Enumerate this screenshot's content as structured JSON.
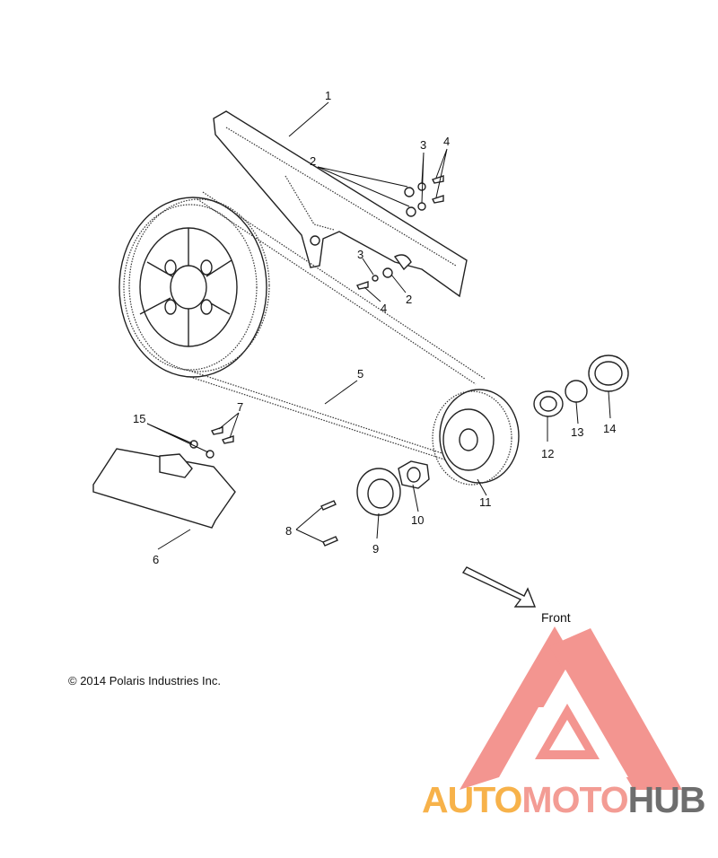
{
  "diagram": {
    "callouts": {
      "c1": "1",
      "c2a": "2",
      "c2b": "2",
      "c3a": "3",
      "c3b": "3",
      "c4a": "4",
      "c4b": "4",
      "c5": "5",
      "c6": "6",
      "c7": "7",
      "c8": "8",
      "c9": "9",
      "c10": "10",
      "c11": "11",
      "c12": "12",
      "c13": "13",
      "c14": "14",
      "c15": "15"
    },
    "direction_label": "Front",
    "copyright": "© 2014 Polaris Industries Inc."
  },
  "watermark": {
    "part1": "AUTO",
    "part2": "MOTO",
    "part3": "HUB",
    "colors": {
      "auto": "#f7b24a",
      "moto": "#f39c94",
      "hub": "#6e6e6e",
      "logo": "#f0726b"
    },
    "logo_icon": "triangle-m-logo-icon"
  }
}
